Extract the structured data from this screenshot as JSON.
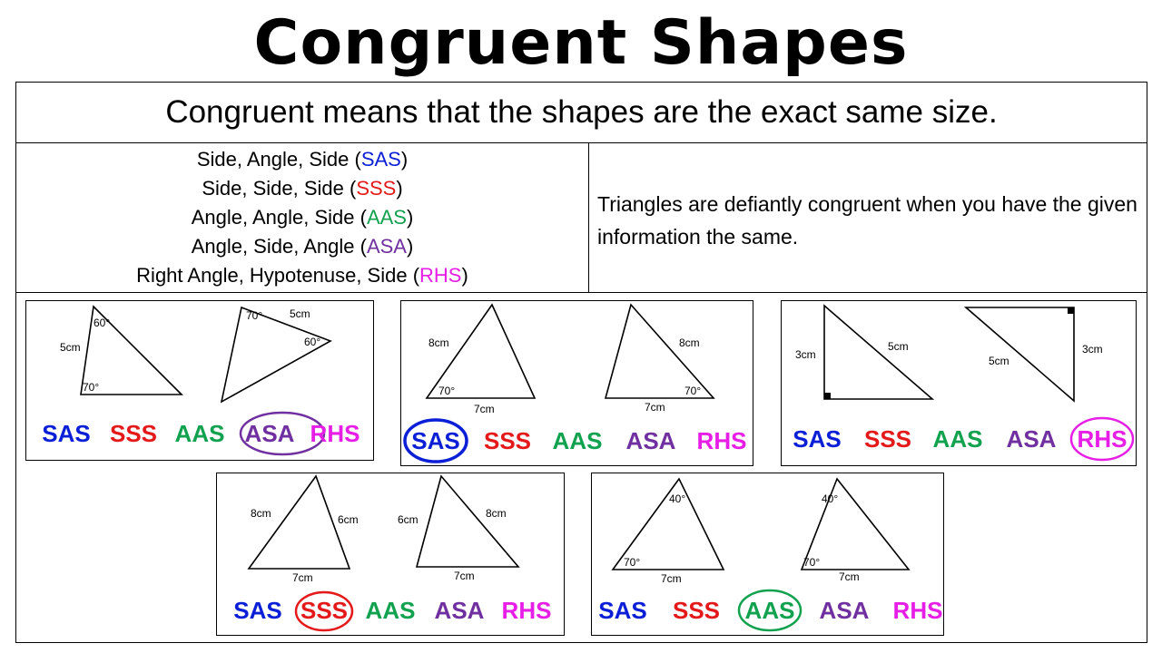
{
  "title": "Congruent Shapes",
  "definition": "Congruent means that the shapes are the exact same size.",
  "rules": [
    {
      "text": "Side, Angle, Side (",
      "abbr": "SAS",
      "end": ")"
    },
    {
      "text": "Side, Side, Side (",
      "abbr": "SSS",
      "end": ")"
    },
    {
      "text": "Angle, Angle, Side (",
      "abbr": "AAS",
      "end": ")"
    },
    {
      "text": "Angle, Side, Angle (",
      "abbr": "ASA",
      "end": ")"
    },
    {
      "text": "Right Angle, Hypotenuse, Side (",
      "abbr": "RHS",
      "end": ")"
    }
  ],
  "note": "Triangles are defiantly congruent when you have the given information the same.",
  "options": [
    "SAS",
    "SSS",
    "AAS",
    "ASA",
    "RHS"
  ],
  "colors": {
    "SAS": "#0b1fd6",
    "SSS": "#e41a1a",
    "AAS": "#12a24f",
    "ASA": "#7030a0",
    "RHS": "#e61ee6"
  },
  "examples": [
    {
      "answer": "ASA",
      "labels": [
        "60°",
        "5cm",
        "70°",
        "70°",
        "5cm",
        "60°"
      ]
    },
    {
      "answer": "SAS",
      "labels": [
        "8cm",
        "70°",
        "7cm",
        "8cm",
        "70°",
        "7cm"
      ]
    },
    {
      "answer": "RHS",
      "labels": [
        "3cm",
        "5cm",
        "5cm",
        "3cm"
      ]
    },
    {
      "answer": "SSS",
      "labels": [
        "8cm",
        "6cm",
        "7cm",
        "6cm",
        "8cm",
        "7cm"
      ]
    },
    {
      "answer": "AAS",
      "labels": [
        "40°",
        "70°",
        "7cm",
        "40°",
        "70°",
        "7cm"
      ]
    }
  ]
}
